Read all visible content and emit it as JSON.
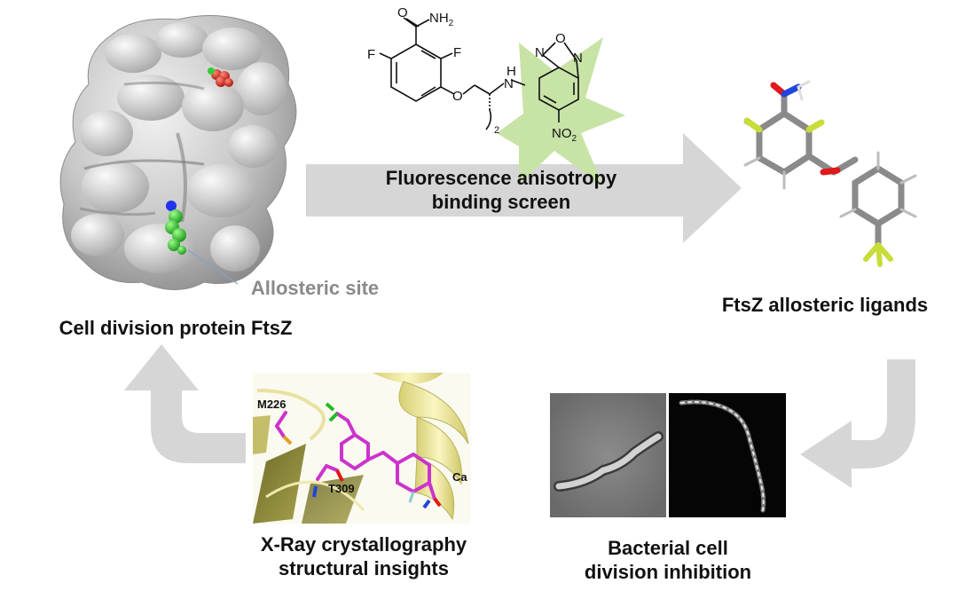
{
  "labels": {
    "protein": "Cell division protein FtsZ",
    "allosteric_site": "Allosteric site",
    "screen_line1": "Fluorescence anisotropy",
    "screen_line2": "binding screen",
    "ligands": "FtsZ allosteric ligands",
    "xray_line1": "X-Ray crystallography",
    "xray_line2": "structural insights",
    "bact_line1": "Bacterial cell",
    "bact_line2": "division inhibition"
  },
  "structure": {
    "amide": "O",
    "nh2": "NH",
    "nh2_sub": "2",
    "f_left": "F",
    "f_right": "F",
    "ether_o": "O",
    "amine_h": "H",
    "amine_n": "N",
    "oxa_n_top": "N",
    "oxa_o": "O",
    "oxa_n_bottom": "N",
    "nitro": "NO",
    "nitro_sub": "2",
    "chain_sub": "2"
  },
  "crystal": {
    "res1": "M226",
    "res2": "T309",
    "res3": "Ca"
  },
  "colors": {
    "arrow": "#d6d6d6",
    "protein": "#c9c9c9",
    "highlight_star": "#c8e3a6",
    "ligand_magenta": "#cc33cc",
    "helix_yellow": "#f0eaa0"
  }
}
